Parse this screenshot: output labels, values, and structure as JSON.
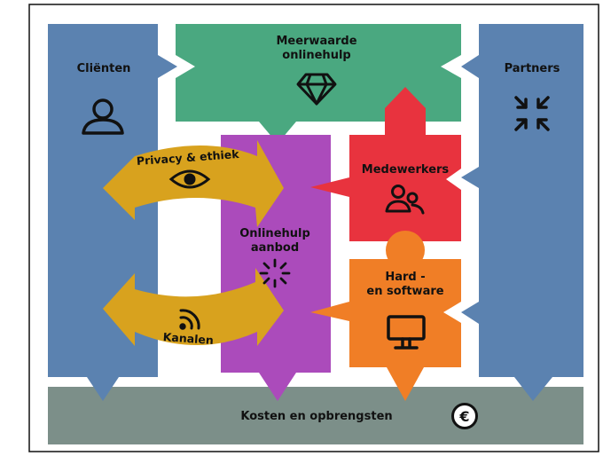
{
  "blocks": {
    "clienten": {
      "label": "Cliënten",
      "color": "#5b82b0"
    },
    "partners": {
      "label": "Partners",
      "color": "#5b82b0"
    },
    "meerwaarde": {
      "label_line1": "Meerwaarde",
      "label_line2": "onlinehulp",
      "color": "#4aa880"
    },
    "medewerkers": {
      "label": "Medewerkers",
      "color": "#e8333e"
    },
    "onlinehulp": {
      "label_line1": "Onlinehulp",
      "label_line2": "aanbod",
      "color": "#ab4bbb"
    },
    "hardware": {
      "label_line1": "Hard -",
      "label_line2": "en software",
      "color": "#f07e26"
    },
    "kosten": {
      "label": "Kosten en opbrengsten",
      "color": "#7c8f89"
    }
  },
  "arcs": {
    "privacy": {
      "label": "Privacy & ethiek",
      "color": "#d8a21e"
    },
    "kanalen": {
      "label": "Kanalen",
      "color": "#d8a21e"
    }
  },
  "icons": {
    "clienten": "user-icon",
    "partners": "compress-arrows-icon",
    "meerwaarde": "diamond-icon",
    "privacy": "eye-icon",
    "medewerkers": "users-icon",
    "onlinehulp": "loading-spinner-icon",
    "kanalen": "rss-feed-icon",
    "hardware": "monitor-icon",
    "kosten": "euro-icon"
  }
}
